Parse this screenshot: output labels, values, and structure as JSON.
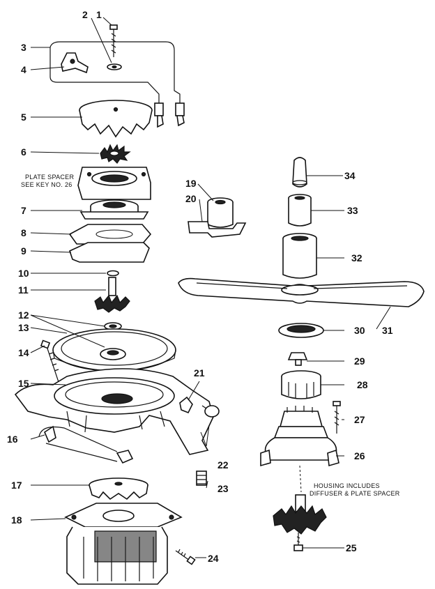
{
  "callouts": {
    "c1": "1",
    "c2": "2",
    "c3": "3",
    "c4": "4",
    "c5": "5",
    "c6": "6",
    "c7": "7",
    "c8": "8",
    "c9": "9",
    "c10": "10",
    "c11": "11",
    "c12": "12",
    "c13": "13",
    "c14": "14",
    "c15": "15",
    "c16": "16",
    "c17": "17",
    "c18": "18",
    "c19": "19",
    "c20": "20",
    "c21": "21",
    "c22": "22",
    "c23": "23",
    "c24": "24",
    "c25": "25",
    "c26": "26",
    "c27": "27",
    "c28": "28",
    "c29": "29",
    "c30": "30",
    "c31": "31",
    "c32": "32",
    "c33": "33",
    "c34": "34"
  },
  "notes": {
    "plate_spacer_line1": "PLATE SPACER",
    "plate_spacer_line2": "SEE KEY NO. 26",
    "housing_line1": "HOUSING INCLUDES",
    "housing_line2": "DIFFUSER & PLATE SPACER"
  }
}
